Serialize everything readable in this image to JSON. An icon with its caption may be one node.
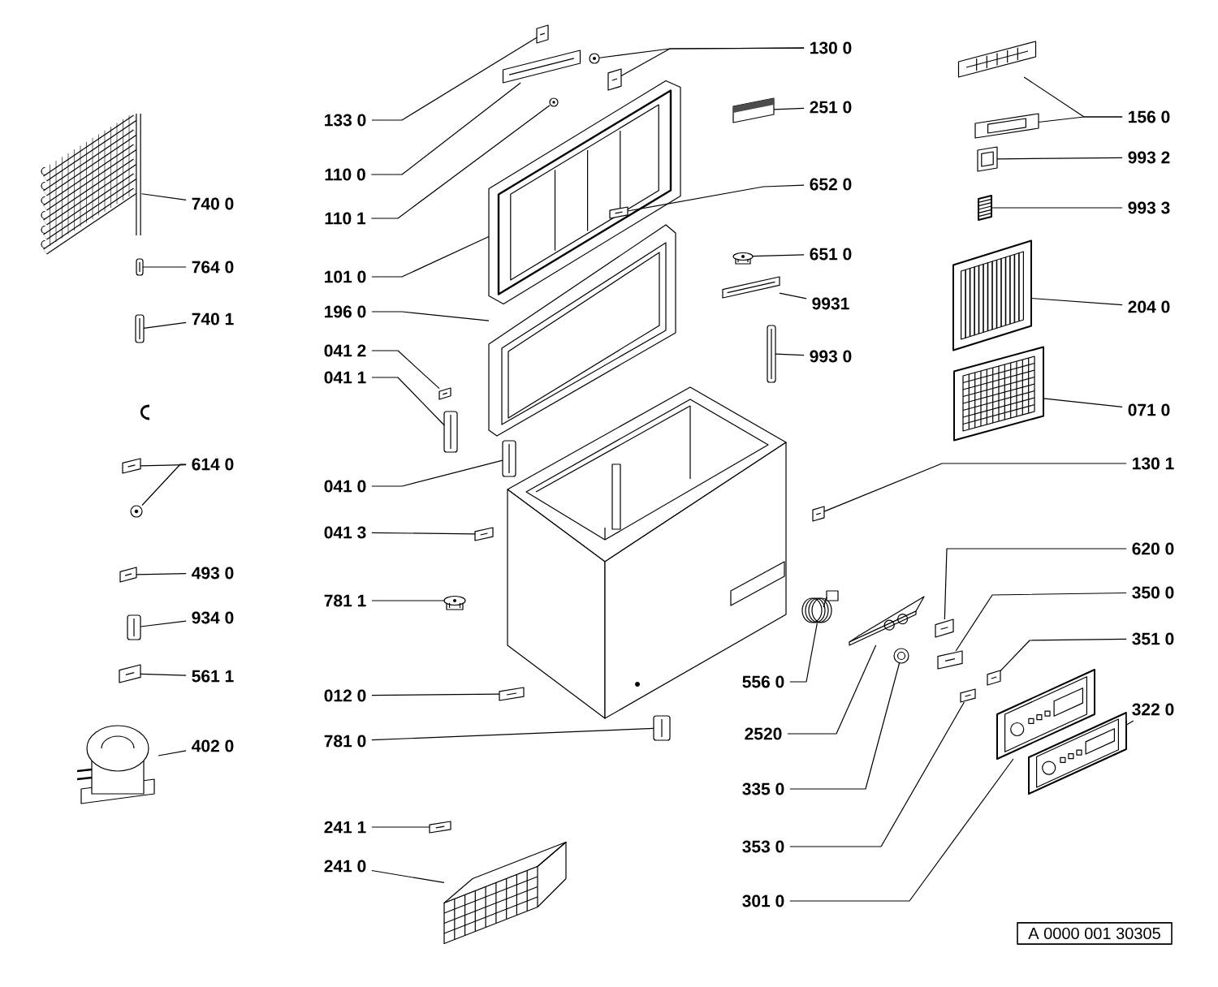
{
  "diagram": {
    "nodes": [
      {
        "text": [
          "133 0"
        ]
      },
      {
        "text": [],
        "shape": "picture"
      },
      {
        "text": [
          "110 0"
        ]
      },
      {
        "text": [],
        "shape": "picture"
      },
      {
        "text": [
          "110 1"
        ]
      },
      {
        "text": [],
        "shape": "picture"
      },
      {
        "text": [
          "101 0"
        ]
      },
      {
        "text": [],
        "shape": "picture"
      },
      {
        "text": [
          "196 0"
        ]
      },
      {
        "text": [],
        "shape": "picture"
      },
      {
        "text": [
          "041 2"
        ]
      },
      {
        "text": [],
        "shape": "picture"
      },
      {
        "text": [
          "041 1"
        ]
      },
      {
        "text": [],
        "shape": "picture"
      },
      {
        "text": [
          "041 0"
        ]
      },
      {
        "text": [],
        "shape": "picture"
      },
      {
        "text": [
          "041 3"
        ]
      },
      {
        "text": [],
        "shape": "picture"
      },
      {
        "text": [
          "781 1"
        ]
      },
      {
        "text": [],
        "shape": "picture"
      },
      {
        "text": [
          "012 0"
        ]
      },
      {
        "text": [],
        "shape": "picture"
      },
      {
        "text": [
          "781 0"
        ]
      },
      {
        "text": [],
        "shape": "picture"
      },
      {
        "text": [
          "241 1"
        ]
      },
      {
        "text": [],
        "shape": "picture"
      },
      {
        "text": [
          "241 0"
        ]
      },
      {
        "text": [],
        "shape": "picture"
      },
      {
        "text": [
          "130 0"
        ]
      },
      {
        "text": [],
        "shape": "picture"
      },
      {
        "text": [],
        "shape": "picture"
      },
      {
        "text": [
          "251 0"
        ]
      },
      {
        "text": [],
        "shape": "picture"
      },
      {
        "text": [
          "652 0"
        ]
      },
      {
        "text": [],
        "shape": "picture",
        "in": 7
      },
      {
        "text": [
          "651 0"
        ]
      },
      {
        "text": [],
        "shape": "picture"
      },
      {
        "text": [
          "9931"
        ]
      },
      {
        "text": [],
        "shape": "picture"
      },
      {
        "text": [
          "993 0"
        ]
      },
      {
        "text": [],
        "shape": "picture"
      },
      {
        "text": [
          "156 0"
        ]
      },
      {
        "text": [],
        "shape": "picture"
      },
      {
        "text": [],
        "shape": "picture"
      },
      {
        "text": [
          "993 2"
        ]
      },
      {
        "text": [],
        "shape": "picture"
      },
      {
        "text": [
          "993 3"
        ]
      },
      {
        "text": [],
        "shape": "picture"
      },
      {
        "text": [
          "204 0"
        ]
      },
      {
        "text": [],
        "shape": "picture"
      },
      {
        "text": [
          "071 0"
        ]
      },
      {
        "text": [],
        "shape": "picture"
      },
      {
        "text": [
          "130 1"
        ]
      },
      {
        "text": [],
        "shape": "picture"
      },
      {
        "text": [
          "620 0"
        ]
      },
      {
        "text": [],
        "shape": "picture"
      },
      {
        "text": [
          "350 0"
        ]
      },
      {
        "text": [],
        "shape": "picture"
      },
      {
        "text": [
          "351 0"
        ]
      },
      {
        "text": [],
        "shape": "picture"
      },
      {
        "text": [
          "322 0"
        ]
      },
      {
        "text": [],
        "shape": "picture"
      },
      {
        "text": [
          "556 0"
        ]
      },
      {
        "text": [],
        "shape": "picture"
      },
      {
        "text": [
          "2520"
        ]
      },
      {
        "text": [],
        "shape": "picture"
      },
      {
        "text": [
          "335 0"
        ]
      },
      {
        "text": [],
        "shape": "picture"
      },
      {
        "text": [
          "353 0"
        ]
      },
      {
        "text": [],
        "shape": "picture"
      },
      {
        "text": [
          "301 0"
        ]
      },
      {
        "text": [],
        "shape": "picture"
      },
      {
        "text": [
          "740 0"
        ]
      },
      {
        "text": [],
        "shape": "picture"
      },
      {
        "text": [
          "764 0"
        ]
      },
      {
        "text": [],
        "shape": "picture"
      },
      {
        "text": [
          "740 1"
        ]
      },
      {
        "text": [],
        "shape": "picture"
      },
      {
        "text": [
          "614 0"
        ]
      },
      {
        "text": [],
        "shape": "picture"
      },
      {
        "text": [],
        "shape": "picture"
      },
      {
        "text": [
          "493 0"
        ]
      },
      {
        "text": [],
        "shape": "picture"
      },
      {
        "text": [
          "934 0"
        ]
      },
      {
        "text": [],
        "shape": "picture"
      },
      {
        "text": [
          "561 1"
        ]
      },
      {
        "text": [],
        "shape": "picture"
      },
      {
        "text": [
          "402 0"
        ]
      },
      {
        "text": [],
        "shape": "picture"
      }
    ],
    "edges": [
      {
        "from": 0,
        "to": 1,
        "arrow": "none"
      },
      {
        "from": 2,
        "to": 3,
        "arrow": "none"
      },
      {
        "from": 4,
        "to": 5,
        "arrow": "none"
      },
      {
        "from": 6,
        "to": 7,
        "arrow": "none"
      },
      {
        "from": 8,
        "to": 9,
        "arrow": "none"
      },
      {
        "from": 10,
        "to": 11,
        "arrow": "none"
      },
      {
        "from": 12,
        "to": 13,
        "arrow": "none"
      },
      {
        "from": 14,
        "to": 15,
        "arrow": "none"
      },
      {
        "from": 16,
        "to": 17,
        "arrow": "none"
      },
      {
        "from": 18,
        "to": 19,
        "arrow": "none"
      },
      {
        "from": 20,
        "to": 21,
        "arrow": "none"
      },
      {
        "from": 22,
        "to": 23,
        "arrow": "none"
      },
      {
        "from": 24,
        "to": 25,
        "arrow": "none"
      },
      {
        "from": 26,
        "to": 27,
        "arrow": "none"
      },
      {
        "from": 28,
        "to": 29,
        "arrow": "none"
      },
      {
        "from": 28,
        "to": 30,
        "arrow": "none"
      },
      {
        "from": 31,
        "to": 32,
        "arrow": "none"
      },
      {
        "from": 33,
        "to": 34,
        "arrow": "none"
      },
      {
        "from": 35,
        "to": 36,
        "arrow": "none"
      },
      {
        "from": 37,
        "to": 38,
        "arrow": "none"
      },
      {
        "from": 39,
        "to": 40,
        "arrow": "none"
      },
      {
        "from": 41,
        "to": 42,
        "arrow": "none"
      },
      {
        "from": 41,
        "to": 43,
        "arrow": "none"
      },
      {
        "from": 44,
        "to": 45,
        "arrow": "none"
      },
      {
        "from": 46,
        "to": 47,
        "arrow": "none"
      },
      {
        "from": 48,
        "to": 49,
        "arrow": "none"
      },
      {
        "from": 50,
        "to": 51,
        "arrow": "none"
      },
      {
        "from": 52,
        "to": 53,
        "arrow": "none"
      },
      {
        "from": 54,
        "to": 55,
        "arrow": "none"
      },
      {
        "from": 56,
        "to": 57,
        "arrow": "none"
      },
      {
        "from": 58,
        "to": 59,
        "arrow": "none"
      },
      {
        "from": 60,
        "to": 61,
        "arrow": "none"
      },
      {
        "from": 62,
        "to": 63,
        "arrow": "none"
      },
      {
        "from": 64,
        "to": 65,
        "arrow": "none"
      },
      {
        "from": 66,
        "to": 67,
        "arrow": "none"
      },
      {
        "from": 68,
        "to": 69,
        "arrow": "none"
      },
      {
        "from": 70,
        "to": 71,
        "arrow": "none"
      },
      {
        "from": 72,
        "to": 73,
        "arrow": "none"
      },
      {
        "from": 74,
        "to": 75,
        "arrow": "none"
      },
      {
        "from": 76,
        "to": 77,
        "arrow": "none"
      },
      {
        "from": 78,
        "to": 79,
        "arrow": "none"
      },
      {
        "from": 78,
        "to": 80,
        "arrow": "none"
      },
      {
        "from": 81,
        "to": 82,
        "arrow": "none"
      },
      {
        "from": 83,
        "to": 84,
        "arrow": "none"
      },
      {
        "from": 85,
        "to": 86,
        "arrow": "none"
      },
      {
        "from": 87,
        "to": 88,
        "arrow": "none"
      }
    ],
    "labels": [
      "A 0000 001 30305"
    ]
  }
}
